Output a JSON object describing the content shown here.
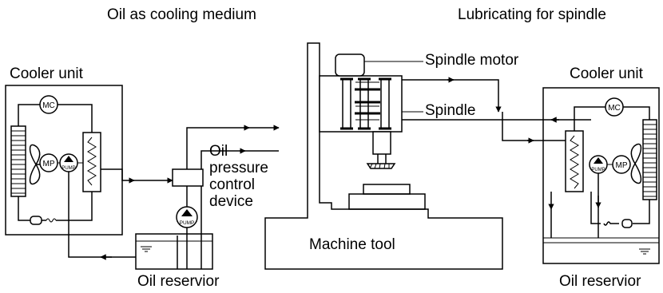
{
  "labels": {
    "oil_cooling": "Oil as cooling medium",
    "lubricating": "Lubricating for spindle",
    "cooler_left": "Cooler unit",
    "cooler_right": "Cooler unit",
    "spindle_motor": "Spindle motor",
    "spindle": "Spindle",
    "control_device_lines": [
      "Oil",
      "pressure",
      "control",
      "device"
    ],
    "machine_tool": "Machine tool",
    "reservoir_left": "Oil reservior",
    "reservoir_right": "Oil reservior"
  },
  "components": {
    "motor_compressor": "MC",
    "fan_motor": "MP",
    "pump": "PUMP"
  },
  "colors": {
    "line": "#000000",
    "background": "#ffffff"
  }
}
